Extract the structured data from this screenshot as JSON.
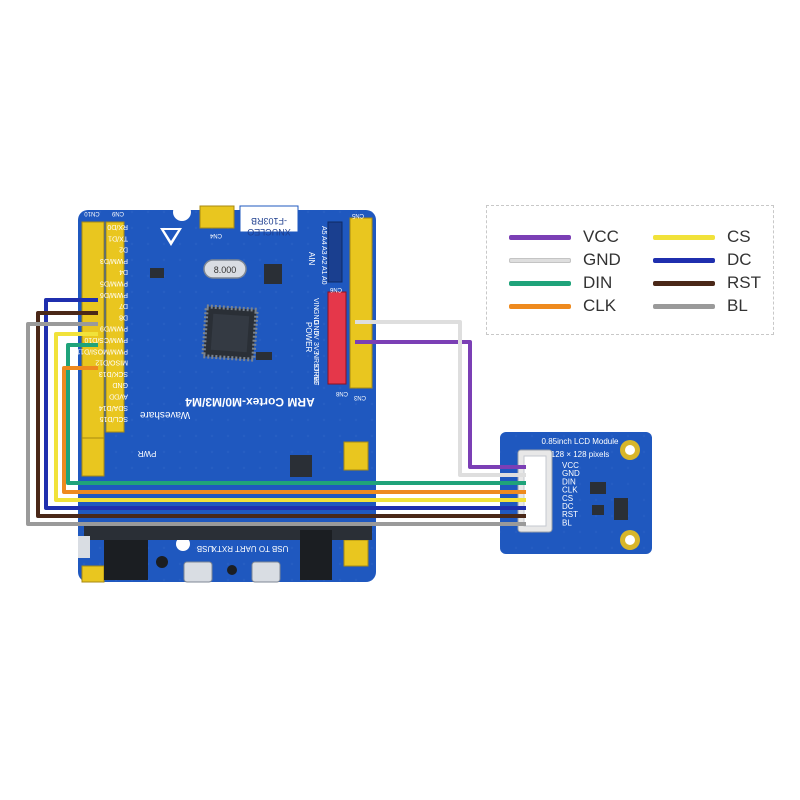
{
  "board": {
    "model": "-F103RB",
    "brand": "XNUCLEO",
    "core": "ARM Cortex-M0/M3/M4",
    "maker": "Waveshare",
    "crystal": "8.000",
    "usb_label": "USB",
    "uart_label": "USB TO UART RXTX",
    "pwr_label": "PWR",
    "cn_labels": [
      "CN10",
      "CN9",
      "CN5",
      "CN6",
      "CN8",
      "CN4",
      "CN3"
    ],
    "pin_labels_left": [
      "RX/D0",
      "TX/D1",
      "D2",
      "PWM/D3",
      "D4",
      "PWM/D5",
      "PWM/D6",
      "D7",
      "D8",
      "PWM/D9",
      "PWM/CS/D10",
      "PWM/MOSI/D11",
      "MISO/D12",
      "SCK/D13",
      "GND",
      "AVDD",
      "SDA/D14",
      "SCL/D15"
    ],
    "pin_labels_power": [
      "VIN",
      "GND",
      "GND",
      "5V",
      "3V3",
      "NRST",
      "IOREF",
      "NC"
    ],
    "pin_labels_analog": [
      "A5",
      "A4",
      "A3",
      "A2",
      "A1",
      "A0"
    ],
    "section_labels": [
      "POWER",
      "AIN"
    ]
  },
  "lcd": {
    "title": "0.85inch LCD Module",
    "resolution": "128 × 128 pixels",
    "pins": [
      "VCC",
      "GND",
      "DIN",
      "CLK",
      "CS",
      "DC",
      "RST",
      "BL"
    ]
  },
  "legend": [
    {
      "label": "VCC",
      "color": "#7b3fb5"
    },
    {
      "label": "GND",
      "color": "#dedede"
    },
    {
      "label": "DIN",
      "color": "#1fa37a"
    },
    {
      "label": "CLK",
      "color": "#ee8a1e"
    },
    {
      "label": "CS",
      "color": "#f1e23a"
    },
    {
      "label": "DC",
      "color": "#1f2fae"
    },
    {
      "label": "RST",
      "color": "#4a2818"
    },
    {
      "label": "BL",
      "color": "#9a9a9a"
    }
  ],
  "icons": {
    "logo": "waveshare-logo-icon"
  }
}
